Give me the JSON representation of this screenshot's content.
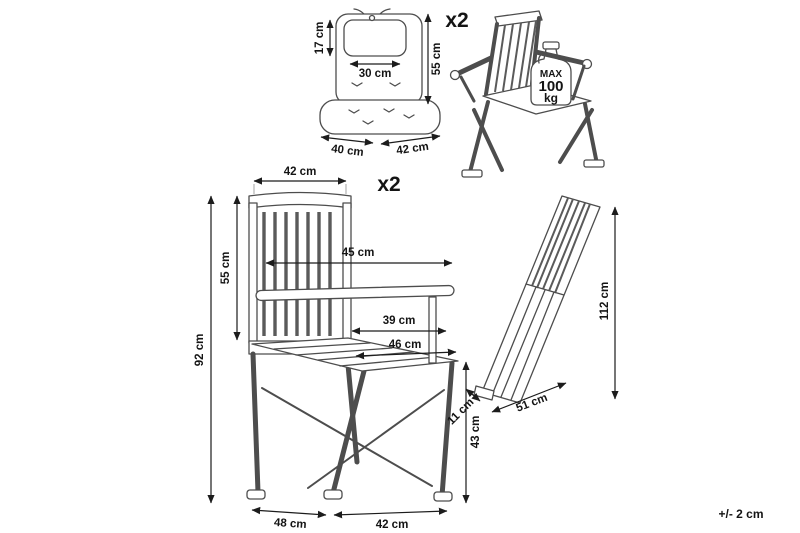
{
  "diagram": {
    "tolerance": "+/- 2 cm",
    "cushion": {
      "quantity": "x2",
      "head_height": "17 cm",
      "head_width": "30 cm",
      "back_length": "55 cm",
      "seat_depth": "40 cm",
      "seat_width": "42 cm"
    },
    "chair_front": {
      "quantity": "x2",
      "top_width": "42 cm",
      "backrest_height": "55 cm",
      "total_height": "92 cm",
      "armrest_depth": "45 cm",
      "seat_depth": "39 cm",
      "seat_width": "46 cm",
      "seat_height": "43 cm",
      "base_depth": "48 cm",
      "base_width": "42 cm"
    },
    "max_load": {
      "line1": "MAX",
      "line2": "100",
      "line3": "kg"
    },
    "chair_folded": {
      "height": "112 cm",
      "thickness": "11 cm",
      "depth": "51 cm"
    }
  }
}
